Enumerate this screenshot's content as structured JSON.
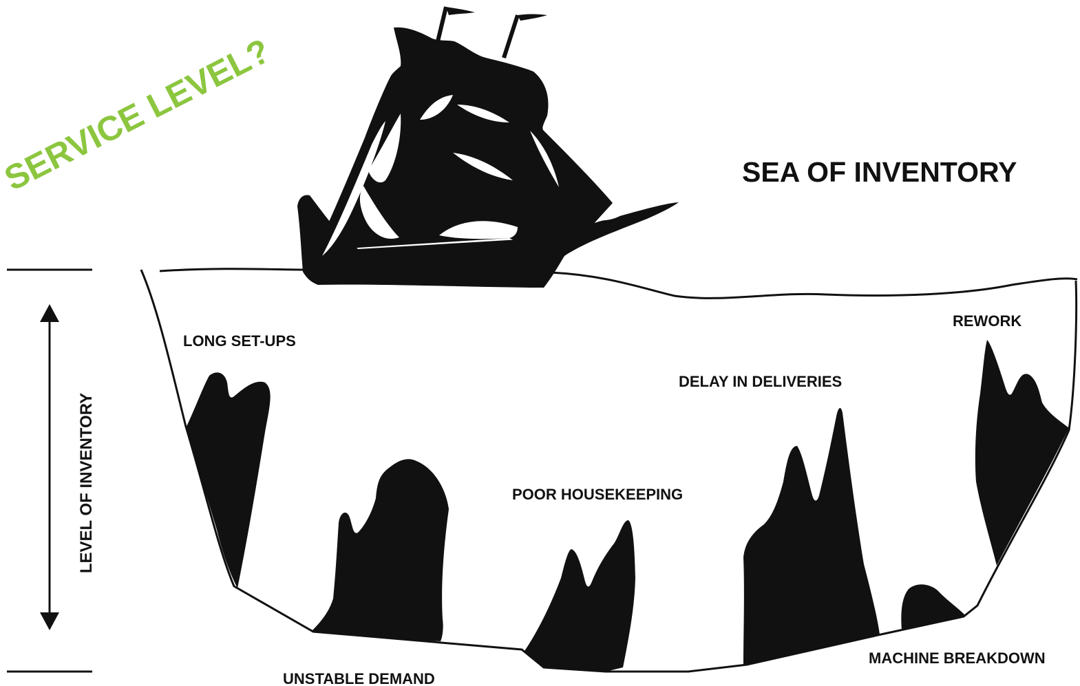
{
  "title": "SEA OF INVENTORY",
  "question": "SERVICE LEVEL?",
  "axis_label": "LEVEL OF INVENTORY",
  "labels": {
    "long_setups": "LONG SET-UPS",
    "rework": "REWORK",
    "delay_in_deliveries": "DELAY IN DELIVERIES",
    "poor_housekeeping": "POOR HOUSEKEEPING",
    "unstable_demand": "UNSTABLE DEMAND",
    "machine_breakdown": "MACHINE BREAKDOWN"
  },
  "colors": {
    "accent": "#8cc63f",
    "ink": "#111111",
    "background": "#ffffff"
  },
  "icons": {
    "ship": "sailing-ship-icon"
  }
}
